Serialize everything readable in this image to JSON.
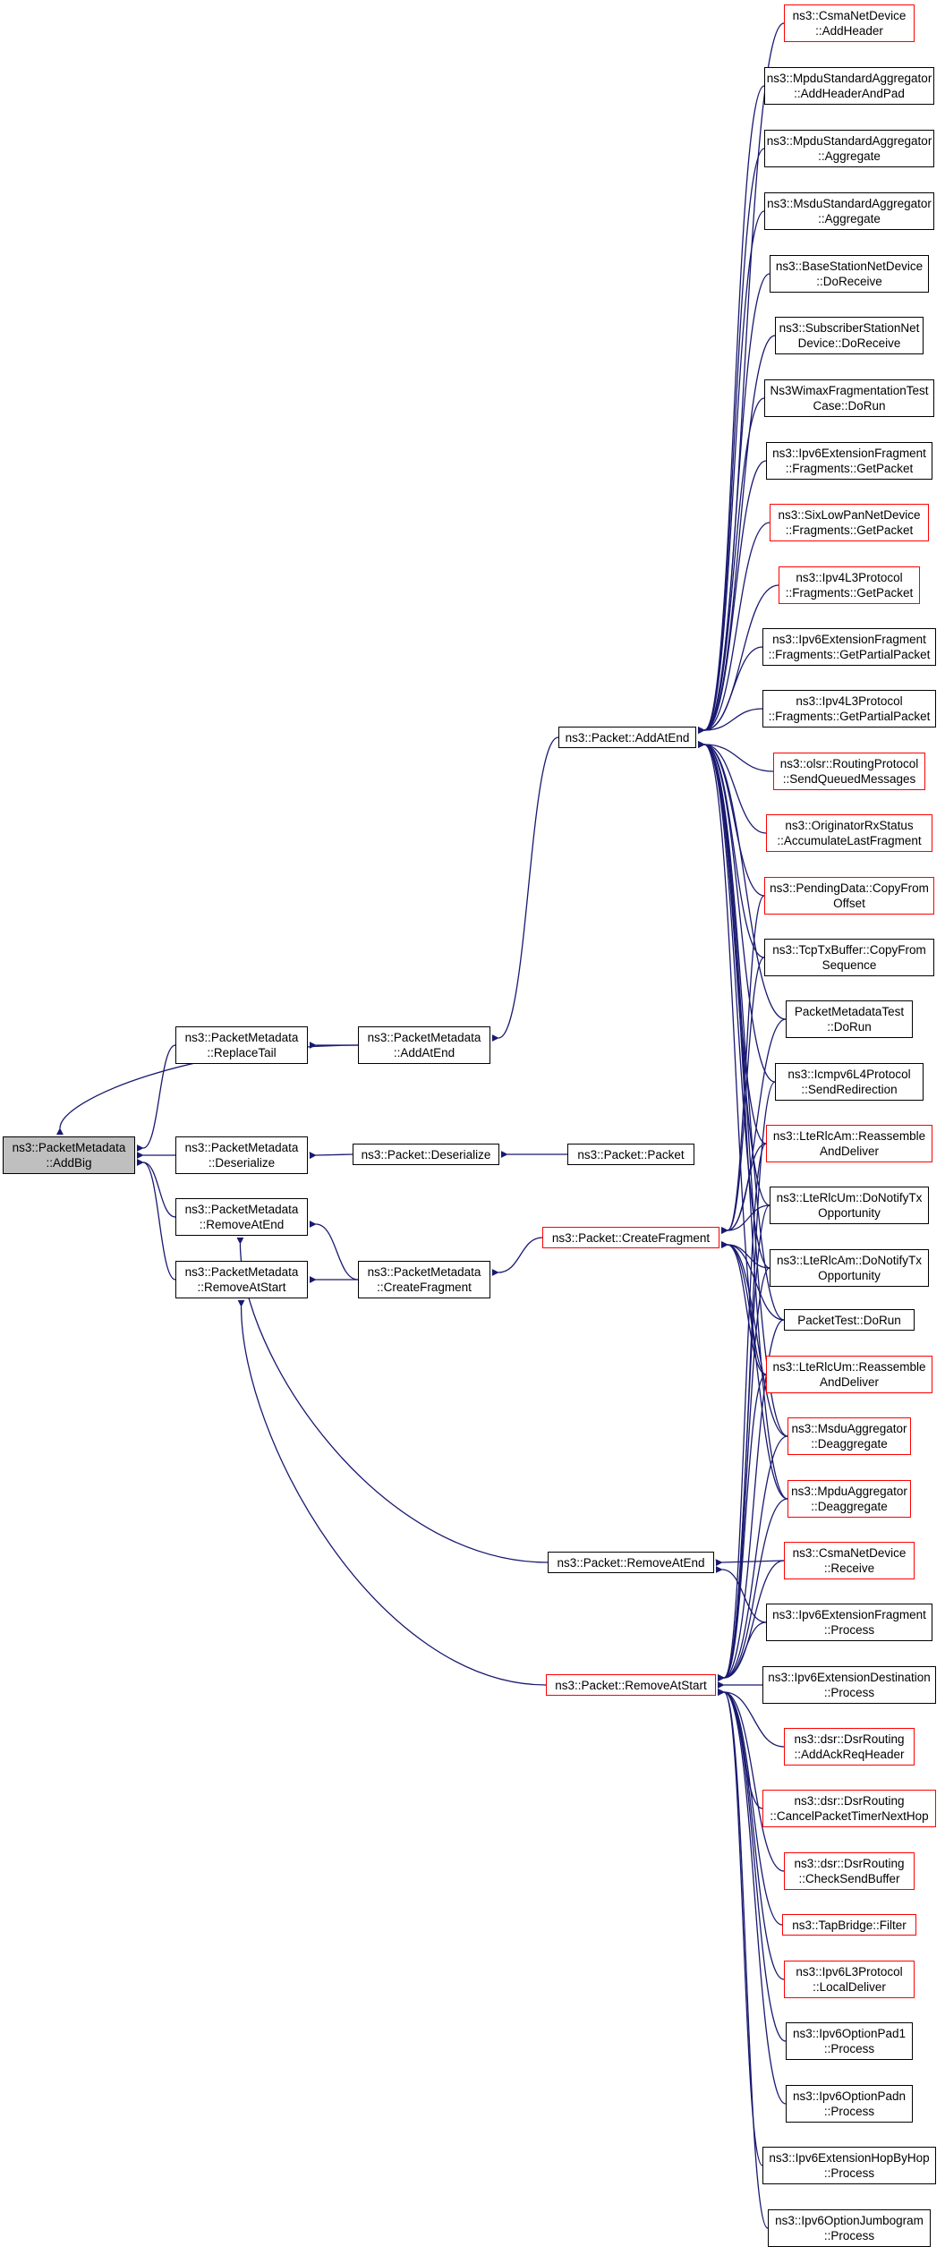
{
  "colors": {
    "edge": "#191970",
    "node_border": "#000000",
    "node_border_truncated": "#ff0000",
    "root_fill": "#bfbfbf",
    "node_fill": "#ffffff"
  },
  "nodes": {
    "root": {
      "lines": [
        "ns3::PacketMetadata",
        "::AddBig"
      ]
    },
    "pm_replacetail": {
      "lines": [
        "ns3::PacketMetadata",
        "::ReplaceTail"
      ]
    },
    "pm_addatend": {
      "lines": [
        "ns3::PacketMetadata",
        "::AddAtEnd"
      ]
    },
    "pm_deserialize": {
      "lines": [
        "ns3::PacketMetadata",
        "::Deserialize"
      ]
    },
    "p_deserialize": {
      "lines": [
        "ns3::Packet::Deserialize"
      ]
    },
    "p_packet": {
      "lines": [
        "ns3::Packet::Packet"
      ]
    },
    "pm_removeatend": {
      "lines": [
        "ns3::PacketMetadata",
        "::RemoveAtEnd"
      ]
    },
    "pm_removeatstart": {
      "lines": [
        "ns3::PacketMetadata",
        "::RemoveAtStart"
      ]
    },
    "pm_createfragment": {
      "lines": [
        "ns3::PacketMetadata",
        "::CreateFragment"
      ]
    },
    "p_addatend": {
      "lines": [
        "ns3::Packet::AddAtEnd"
      ]
    },
    "p_createfragment": {
      "lines": [
        "ns3::Packet::CreateFragment"
      ]
    },
    "p_removeatend": {
      "lines": [
        "ns3::Packet::RemoveAtEnd"
      ]
    },
    "p_removeatstart": {
      "lines": [
        "ns3::Packet::RemoveAtStart"
      ]
    },
    "r_csma_addheader": {
      "lines": [
        "ns3::CsmaNetDevice",
        "::AddHeader"
      ]
    },
    "r_mpdu_addpad": {
      "lines": [
        "ns3::MpduStandardAggregator",
        "::AddHeaderAndPad"
      ]
    },
    "r_mpdu_agg": {
      "lines": [
        "ns3::MpduStandardAggregator",
        "::Aggregate"
      ]
    },
    "r_msdu_agg": {
      "lines": [
        "ns3::MsduStandardAggregator",
        "::Aggregate"
      ]
    },
    "r_bs_doreceive": {
      "lines": [
        "ns3::BaseStationNetDevice",
        "::DoReceive"
      ]
    },
    "r_ss_doreceive": {
      "lines": [
        "ns3::SubscriberStationNet",
        "Device::DoReceive"
      ]
    },
    "r_wimaxfrag": {
      "lines": [
        "Ns3WimaxFragmentationTest",
        "Case::DoRun"
      ]
    },
    "r_ipv6ext_getp": {
      "lines": [
        "ns3::Ipv6ExtensionFragment",
        "::Fragments::GetPacket"
      ]
    },
    "r_sixlow_getp": {
      "lines": [
        "ns3::SixLowPanNetDevice",
        "::Fragments::GetPacket"
      ]
    },
    "r_ipv4l3_getp": {
      "lines": [
        "ns3::Ipv4L3Protocol",
        "::Fragments::GetPacket"
      ]
    },
    "r_ipv6ext_getpp": {
      "lines": [
        "ns3::Ipv6ExtensionFragment",
        "::Fragments::GetPartialPacket"
      ]
    },
    "r_ipv4l3_getpp": {
      "lines": [
        "ns3::Ipv4L3Protocol",
        "::Fragments::GetPartialPacket"
      ]
    },
    "r_olsr_send": {
      "lines": [
        "ns3::olsr::RoutingProtocol",
        "::SendQueuedMessages"
      ]
    },
    "r_orig_accum": {
      "lines": [
        "ns3::OriginatorRxStatus",
        "::AccumulateLastFragment"
      ]
    },
    "r_pending_copy": {
      "lines": [
        "ns3::PendingData::CopyFrom",
        "Offset"
      ]
    },
    "r_tcptx_copy": {
      "lines": [
        "ns3::TcpTxBuffer::CopyFrom",
        "Sequence"
      ]
    },
    "r_pmtest_dorun": {
      "lines": [
        "PacketMetadataTest",
        "::DoRun"
      ]
    },
    "r_icmpv6_redir": {
      "lines": [
        "ns3::Icmpv6L4Protocol",
        "::SendRedirection"
      ]
    },
    "r_lterlcam_reas": {
      "lines": [
        "ns3::LteRlcAm::Reassemble",
        "AndDeliver"
      ]
    },
    "r_lterlcum_notify": {
      "lines": [
        "ns3::LteRlcUm::DoNotifyTx",
        "Opportunity"
      ]
    },
    "r_lterlcam_notify": {
      "lines": [
        "ns3::LteRlcAm::DoNotifyTx",
        "Opportunity"
      ]
    },
    "r_packettest": {
      "lines": [
        "PacketTest::DoRun"
      ]
    },
    "r_lterlcum_reas": {
      "lines": [
        "ns3::LteRlcUm::Reassemble",
        "AndDeliver"
      ]
    },
    "r_msdu_deagg": {
      "lines": [
        "ns3::MsduAggregator",
        "::Deaggregate"
      ]
    },
    "r_mpdu_deagg": {
      "lines": [
        "ns3::MpduAggregator",
        "::Deaggregate"
      ]
    },
    "r_csma_receive": {
      "lines": [
        "ns3::CsmaNetDevice",
        "::Receive"
      ]
    },
    "r_ipv6ext_frag_proc": {
      "lines": [
        "ns3::Ipv6ExtensionFragment",
        "::Process"
      ]
    },
    "r_ipv6ext_dest_proc": {
      "lines": [
        "ns3::Ipv6ExtensionDestination",
        "::Process"
      ]
    },
    "r_dsr_addack": {
      "lines": [
        "ns3::dsr::DsrRouting",
        "::AddAckReqHeader"
      ]
    },
    "r_dsr_cancel": {
      "lines": [
        "ns3::dsr::DsrRouting",
        "::CancelPacketTimerNextHop"
      ]
    },
    "r_dsr_checksend": {
      "lines": [
        "ns3::dsr::DsrRouting",
        "::CheckSendBuffer"
      ]
    },
    "r_tapbridge": {
      "lines": [
        "ns3::TapBridge::Filter"
      ]
    },
    "r_ipv6l3_local": {
      "lines": [
        "ns3::Ipv6L3Protocol",
        "::LocalDeliver"
      ]
    },
    "r_pad1": {
      "lines": [
        "ns3::Ipv6OptionPad1",
        "::Process"
      ]
    },
    "r_padn": {
      "lines": [
        "ns3::Ipv6OptionPadn",
        "::Process"
      ]
    },
    "r_hopbyhop": {
      "lines": [
        "ns3::Ipv6ExtensionHopByHop",
        "::Process"
      ]
    },
    "r_jumbogram": {
      "lines": [
        "ns3::Ipv6OptionJumbogram",
        "::Process"
      ]
    }
  }
}
